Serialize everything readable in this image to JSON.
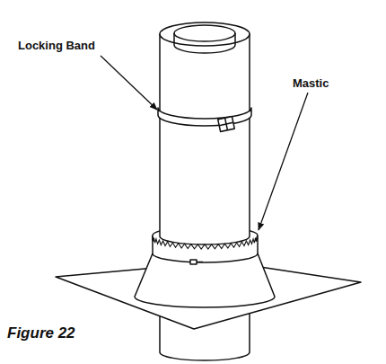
{
  "diagram": {
    "caption": "Figure 22",
    "labels": [
      "Locking Band",
      "Mastic"
    ]
  }
}
